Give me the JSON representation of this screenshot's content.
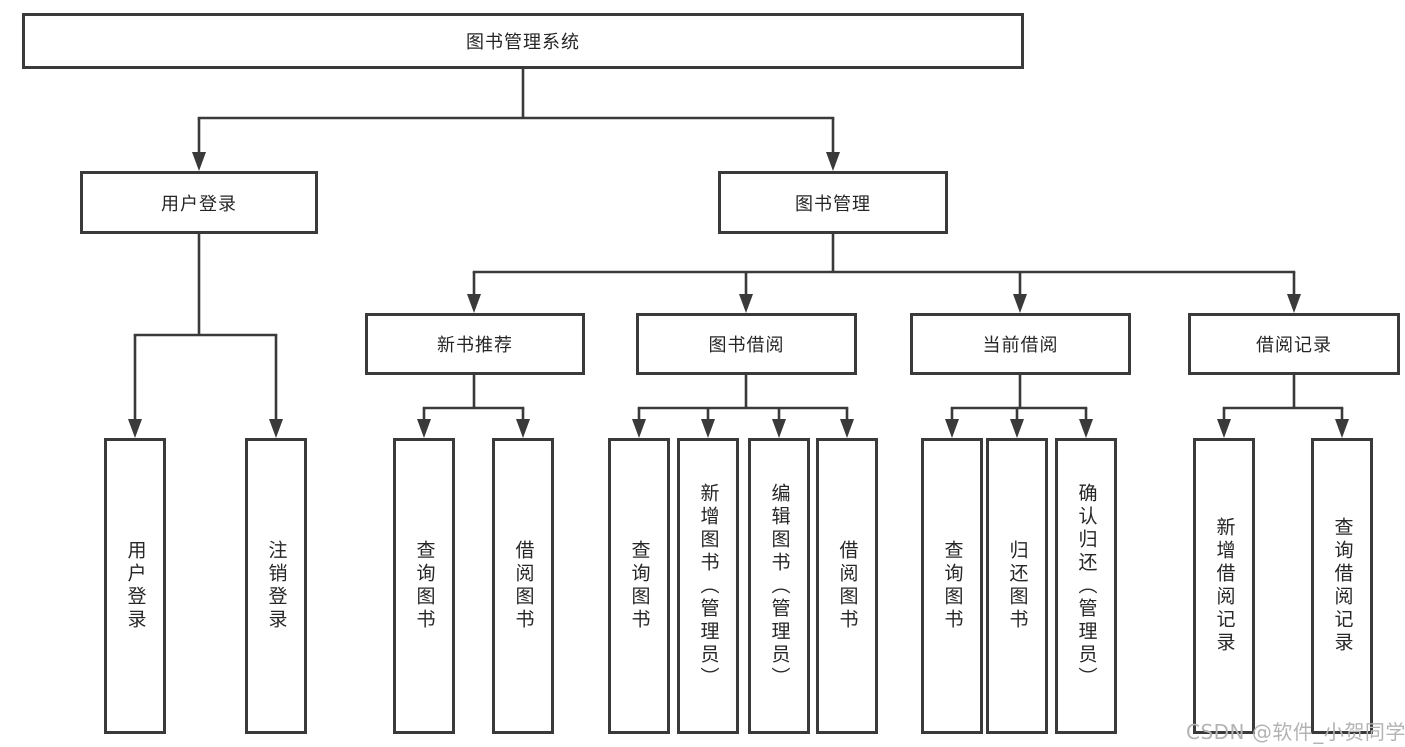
{
  "diagram": {
    "type": "tree",
    "title": "图书管理系统",
    "colors": {
      "line": "#3a3a3a",
      "box_border": "#3a3a3a",
      "box_bg": "#ffffff",
      "text": "#262626",
      "watermark": "#b3b3b3"
    },
    "watermark": "CSDN @软件_小贺同学",
    "nodes": {
      "root": {
        "label": "图书管理系统"
      },
      "user_login": {
        "label": "用户登录"
      },
      "book_mgmt": {
        "label": "图书管理"
      },
      "new_book": {
        "label": "新书推荐"
      },
      "book_borrow": {
        "label": "图书借阅"
      },
      "cur_borrow": {
        "label": "当前借阅"
      },
      "borrow_rec": {
        "label": "借阅记录"
      },
      "login": {
        "label": "用户登录"
      },
      "logout": {
        "label": "注销登录"
      },
      "nb_query": {
        "label": "查询图书"
      },
      "nb_borrow": {
        "label": "借阅图书"
      },
      "bb_query": {
        "label": "查询图书"
      },
      "bb_add": {
        "label": "新增图书（管理员）"
      },
      "bb_edit": {
        "label": "编辑图书（管理员）"
      },
      "bb_borrow": {
        "label": "借阅图书"
      },
      "cb_query": {
        "label": "查询图书"
      },
      "cb_return": {
        "label": "归还图书"
      },
      "cb_confirm": {
        "label": "确认归还（管理员）"
      },
      "br_add": {
        "label": "新增借阅记录"
      },
      "br_query": {
        "label": "查询借阅记录"
      }
    },
    "edges": [
      [
        "root",
        "user_login"
      ],
      [
        "root",
        "book_mgmt"
      ],
      [
        "user_login",
        "login"
      ],
      [
        "user_login",
        "logout"
      ],
      [
        "book_mgmt",
        "new_book"
      ],
      [
        "book_mgmt",
        "book_borrow"
      ],
      [
        "book_mgmt",
        "cur_borrow"
      ],
      [
        "book_mgmt",
        "borrow_rec"
      ],
      [
        "new_book",
        "nb_query"
      ],
      [
        "new_book",
        "nb_borrow"
      ],
      [
        "book_borrow",
        "bb_query"
      ],
      [
        "book_borrow",
        "bb_add"
      ],
      [
        "book_borrow",
        "bb_edit"
      ],
      [
        "book_borrow",
        "bb_borrow"
      ],
      [
        "cur_borrow",
        "cb_query"
      ],
      [
        "cur_borrow",
        "cb_return"
      ],
      [
        "cur_borrow",
        "cb_confirm"
      ],
      [
        "borrow_rec",
        "br_add"
      ],
      [
        "borrow_rec",
        "br_query"
      ]
    ]
  }
}
